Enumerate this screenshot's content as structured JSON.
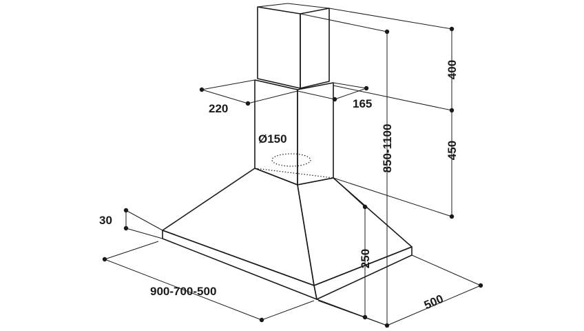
{
  "colors": {
    "line": "#1a1a1a",
    "background": "#ffffff"
  },
  "dimensions": {
    "chimney_upper_height": "400",
    "chimney_lower_height": "450",
    "total_height": "850-1100",
    "hood_height": "250",
    "canopy_rim": "30",
    "chimney_width": "220",
    "chimney_depth": "165",
    "duct_diameter": "Ø150",
    "hood_width": "900-700-500",
    "hood_depth": "500"
  }
}
